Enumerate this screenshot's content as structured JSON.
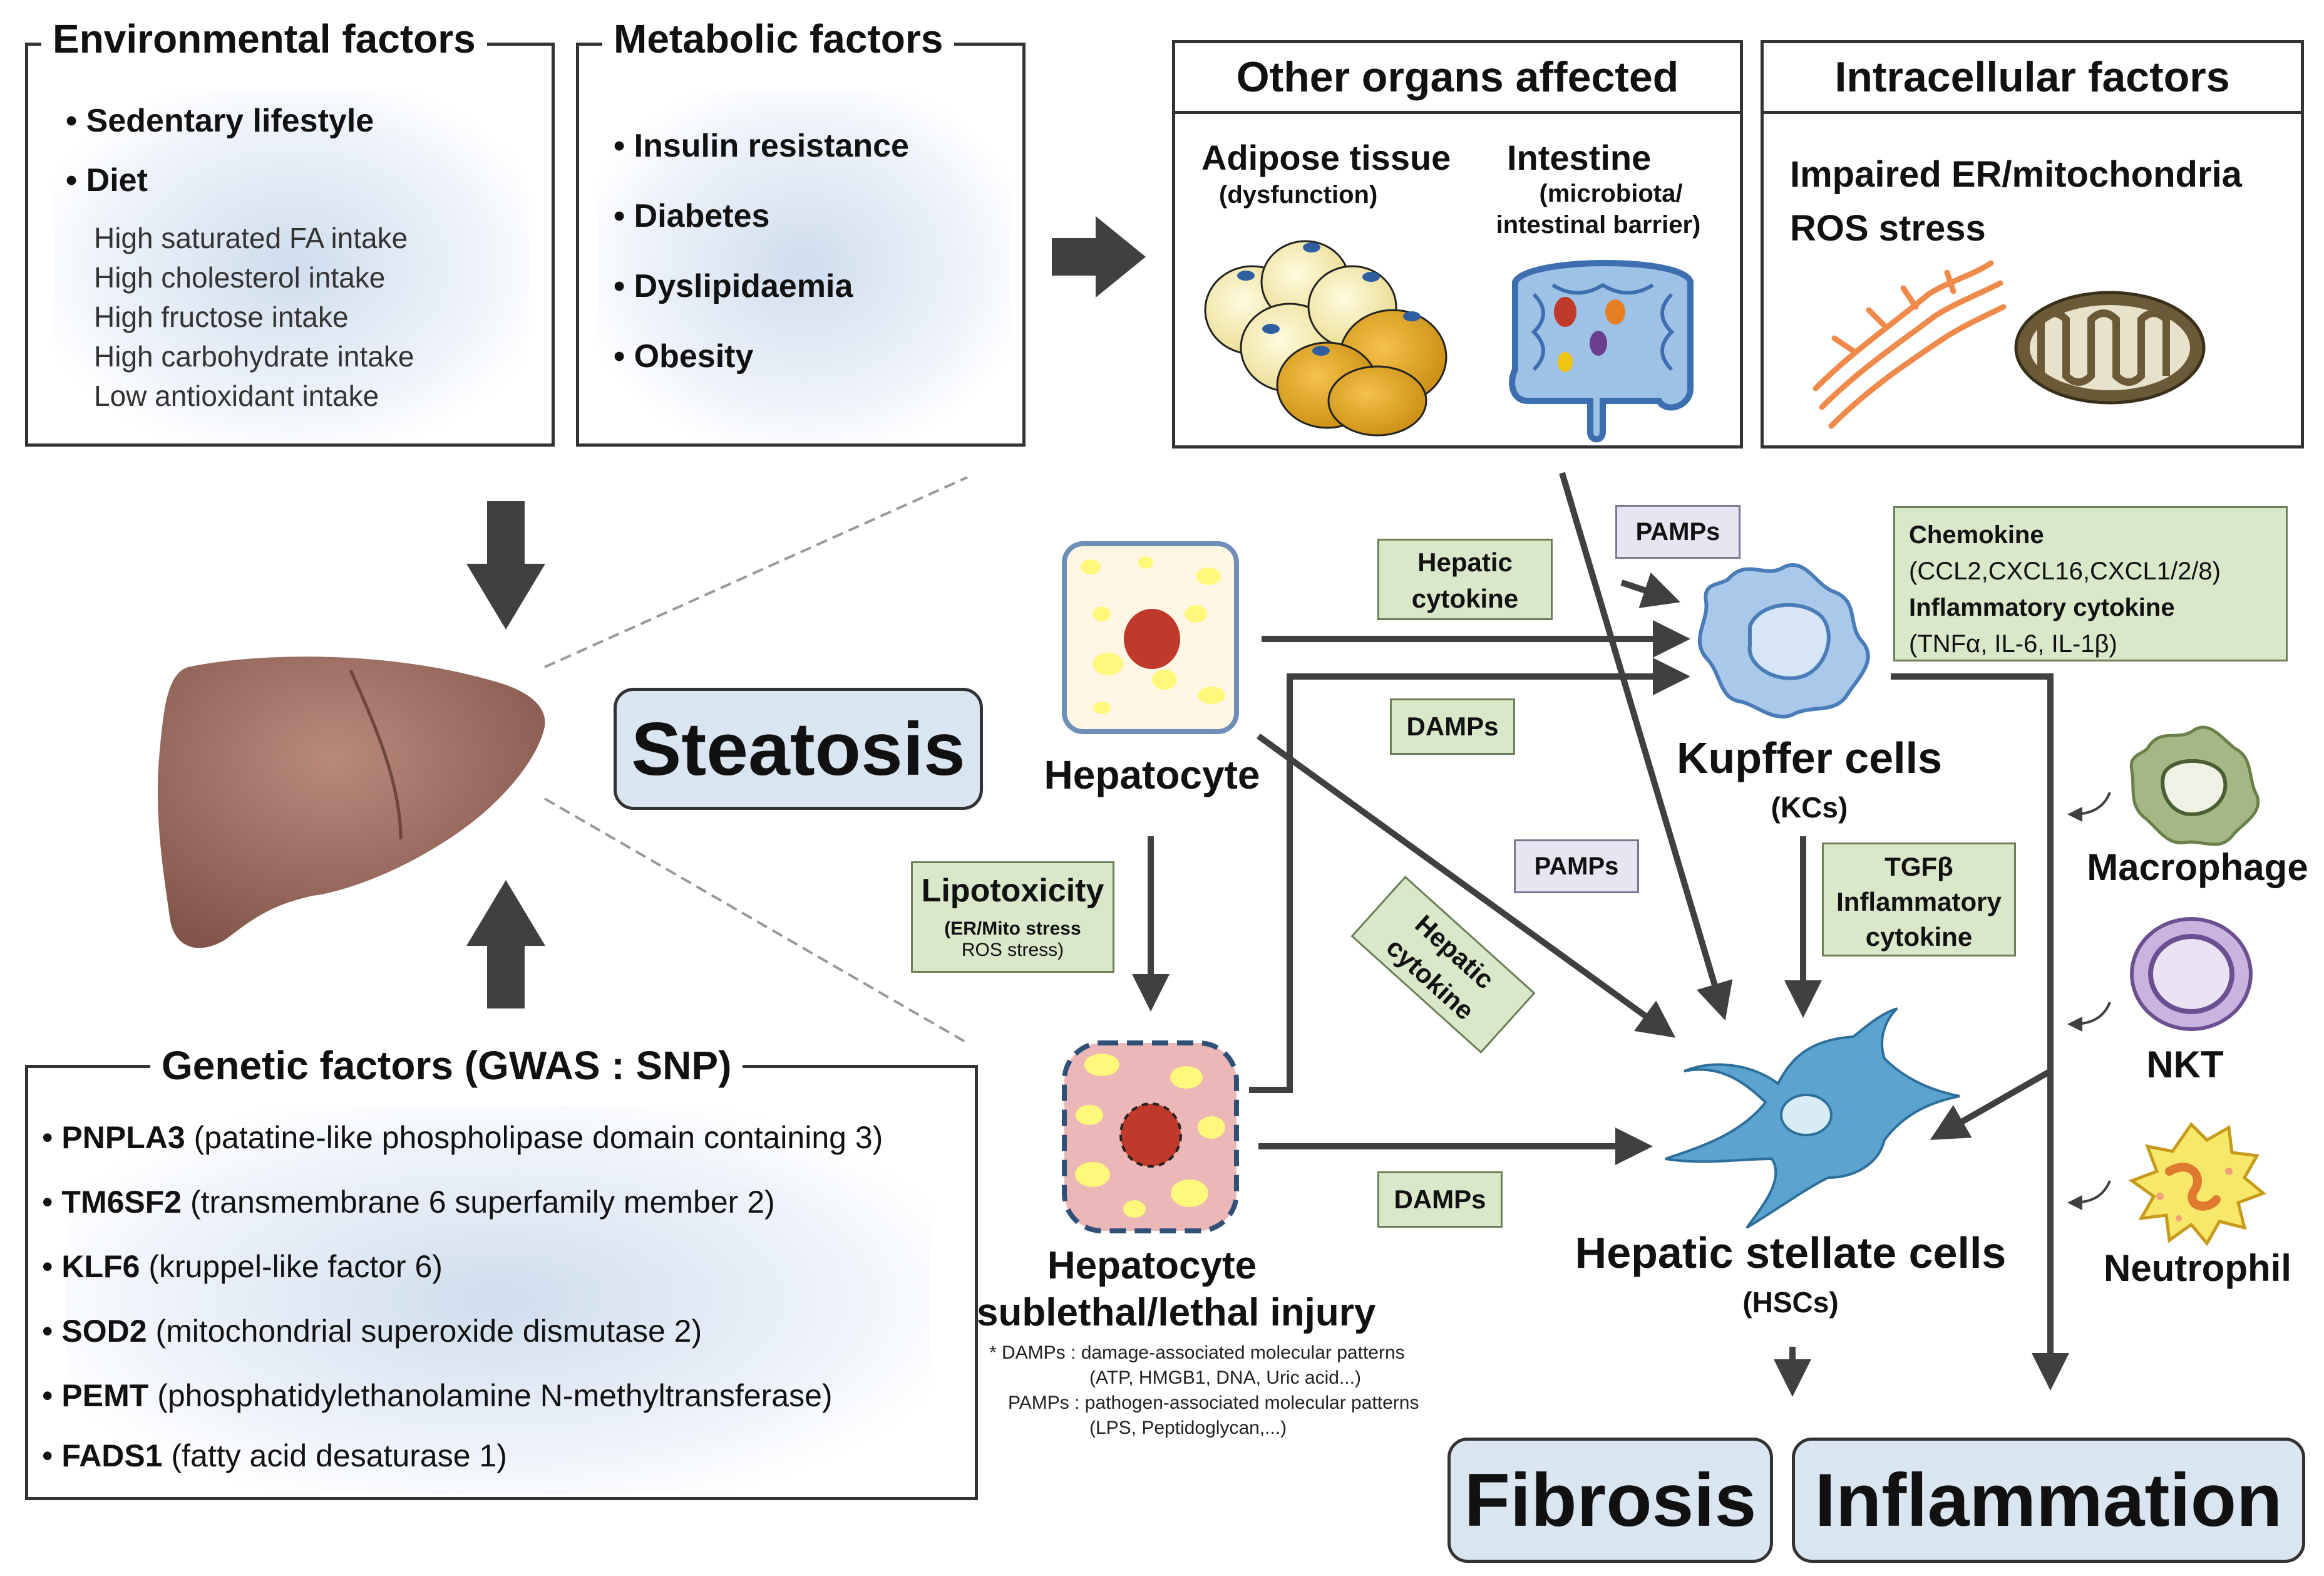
{
  "environmental": {
    "title": "Environmental factors",
    "items": [
      "Sedentary lifestyle",
      "Diet"
    ],
    "diet_items": [
      "High saturated FA intake",
      "High cholesterol intake",
      "High fructose intake",
      "High carbohydrate intake",
      "Low antioxidant intake"
    ]
  },
  "metabolic": {
    "title": "Metabolic factors",
    "items": [
      "Insulin resistance",
      "Diabetes",
      "Dyslipidaemia",
      "Obesity"
    ]
  },
  "organs": {
    "title": "Other organs affected",
    "adipose": "Adipose tissue",
    "adipose_sub": "(dysfunction)",
    "intestine": "Intestine",
    "intestine_sub1": "(microbiota/",
    "intestine_sub2": "intestinal barrier)"
  },
  "intracellular": {
    "title": "Intracellular factors",
    "line1": "Impaired ER/mitochondria",
    "line2": "ROS stress"
  },
  "genetic": {
    "title": "Genetic factors (GWAS : SNP)",
    "genes": [
      {
        "symbol": "PNPLA3",
        "name": "(patatine-like phospholipase domain containing 3)"
      },
      {
        "symbol": "TM6SF2",
        "name": "(transmembrane 6 superfamily member 2)"
      },
      {
        "symbol": "KLF6",
        "name": "(kruppel-like factor 6)"
      },
      {
        "symbol": "SOD2",
        "name": "(mitochondrial superoxide dismutase 2)"
      },
      {
        "symbol": "PEMT",
        "name": "(phosphatidylethanolamine N-methyltransferase)"
      },
      {
        "symbol": "FADS1",
        "name": "(fatty acid desaturase 1)"
      }
    ]
  },
  "outcomes": {
    "steatosis": "Steatosis",
    "fibrosis": "Fibrosis",
    "inflammation": "Inflammation"
  },
  "cells": {
    "hepatocyte": "Hepatocyte",
    "injury1": "Hepatocyte",
    "injury2": "sublethal/lethal injury",
    "kupffer": "Kupffer cells",
    "kupffer_abbr": "(KCs)",
    "hsc": "Hepatic stellate cells",
    "hsc_abbr": "(HSCs)",
    "macrophage": "Macrophage",
    "nkt": "NKT",
    "neutrophil": "Neutrophil"
  },
  "signals": {
    "hepatic_cytokine_1": "Hepatic",
    "hepatic_cytokine_2": "cytokine",
    "damps": "DAMPs",
    "pamps": "PAMPs",
    "lipotoxicity": "Lipotoxicity",
    "lipo_sub1": "(ER/Mito stress",
    "lipo_sub2": "ROS stress)",
    "tgf1": "TGFβ",
    "tgf2": "Inflammatory",
    "tgf3": "cytokine",
    "chemokine_title": "Chemokine",
    "chemokine_list": "(CCL2,CXCL16,CXCL1/2/8)",
    "inflam_title": "Inflammatory cytokine",
    "inflam_list": "(TNFα, IL-6, IL-1β)"
  },
  "footnote": {
    "damps_line": "* DAMPs : damage-associated molecular patterns",
    "damps_ex": "(ATP, HMGB1, DNA, Uric acid...)",
    "pamps_line": "PAMPs : pathogen-associated molecular patterns",
    "pamps_ex": "(LPS, Peptidoglycan,...)"
  },
  "colors": {
    "box_blue": "#d9e6f2",
    "signal_green": "#d9e8c8",
    "signal_purple": "#e9e4f2",
    "arrow": "#404040",
    "liver": "#9c6b5e"
  }
}
